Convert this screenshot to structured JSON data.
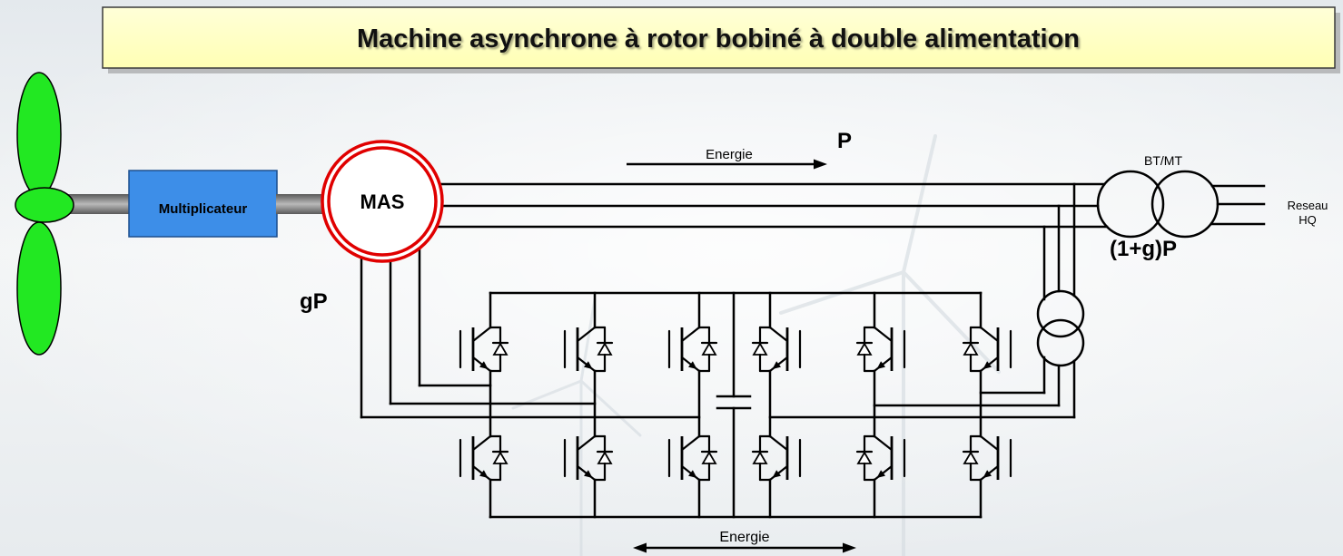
{
  "title": "Machine asynchrone à rotor bobiné à double alimentation",
  "diagram": {
    "gearbox_label": "Multiplicateur",
    "machine_label": "MAS",
    "stator_power_label": "P",
    "rotor_power_label": "gP",
    "grid_power_label": "(1+g)P",
    "transformer_label": "BT/MT",
    "grid_label_line1": "Reseau",
    "grid_label_line2": "HQ",
    "energy_flow_top_label": "Energie",
    "energy_flow_bottom_label": "Energie"
  },
  "colors": {
    "title_background": "#ffffb4",
    "blades": "#22e822",
    "gearbox": "#3d8ee8",
    "machine_ring": "#e00000",
    "wiring": "#000000"
  }
}
